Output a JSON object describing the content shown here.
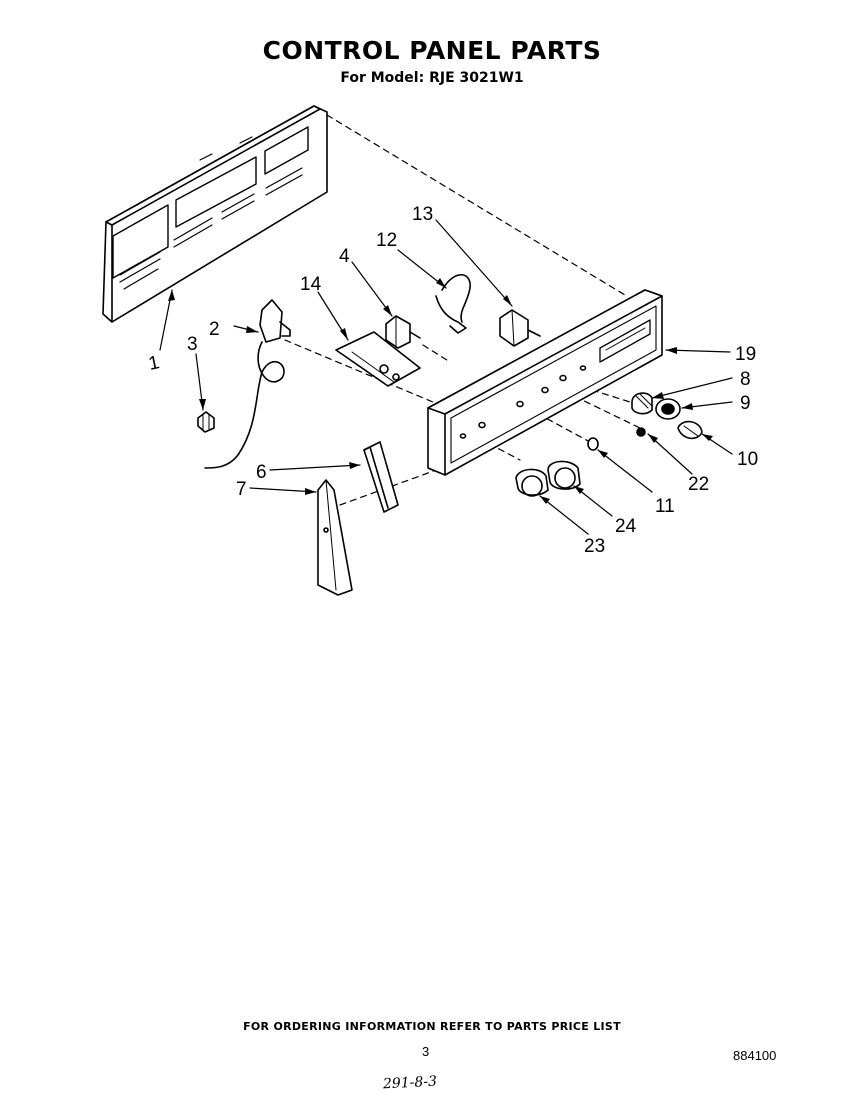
{
  "header": {
    "title": "CONTROL PANEL PARTS",
    "subtitle": "For Model: RJE 3021W1"
  },
  "callouts": {
    "c1": "1",
    "c2": "2",
    "c3": "3",
    "c4": "4",
    "c6": "6",
    "c7": "7",
    "c8": "8",
    "c9": "9",
    "c10": "10",
    "c11": "11",
    "c12": "12",
    "c13": "13",
    "c14": "14",
    "c19": "19",
    "c22": "22",
    "c23": "23",
    "c24": "24"
  },
  "footer": {
    "ordering_note": "FOR ORDERING INFORMATION REFER TO PARTS PRICE LIST",
    "page_number": "3",
    "document_number": "884100",
    "handwritten_note": "291-8-3"
  }
}
